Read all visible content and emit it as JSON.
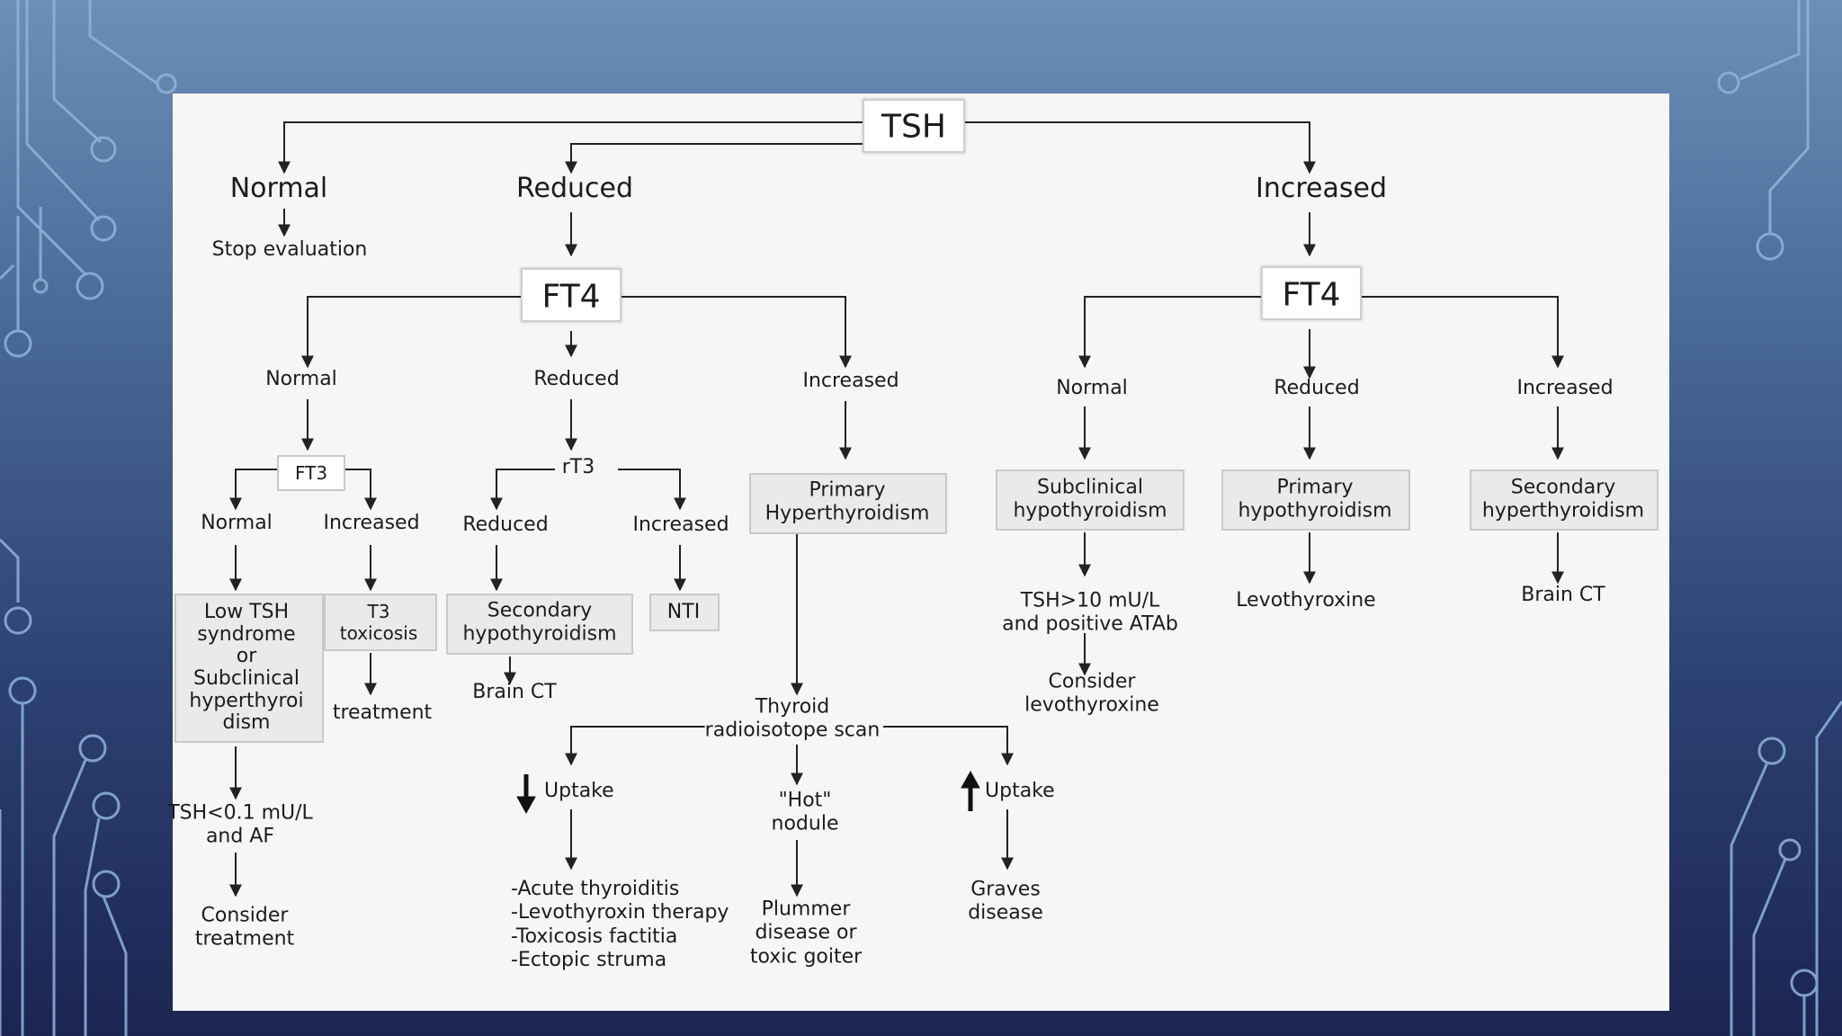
{
  "flowchart": {
    "tsh": "TSH",
    "tsh_normal": "Normal",
    "stop_evaluation": "Stop evaluation",
    "tsh_reduced": "Reduced",
    "tsh_increased": "Increased",
    "left": {
      "ft4": "FT4",
      "normal": "Normal",
      "reduced": "Reduced",
      "increased": "Increased",
      "ft3": "FT3",
      "ft3_normal": "Normal",
      "ft3_increased": "Increased",
      "low_tsh_syndrome": "Low TSH\nsyndrome\nor\nSubclinical\nhyperthyroi\ndism",
      "t3_toxicosis": "T3\ntoxicosis",
      "treatment": "treatment",
      "tsh_lt_01": "TSH<0.1 mU/L\nand AF",
      "consider_treatment": "Consider\ntreatment",
      "rt3": "rT3",
      "rt3_reduced": "Reduced",
      "rt3_increased": "Increased",
      "secondary_hypothyroidism": "Secondary\nhypothyroidism",
      "nti": "NTI",
      "brain_ct": "Brain CT",
      "primary_hyperthyroidism": "Primary\nHyperthyroidism",
      "thyroid_scan": "Thyroid\nradioisotope scan",
      "uptake_low": "Uptake",
      "hot_nodule": "\"Hot\"\nnodule",
      "uptake_high": "Uptake",
      "low_uptake_causes": "-Acute thyroiditis\n-Levothyroxin therapy\n-Toxicosis factitia\n-Ectopic struma",
      "plummer": "Plummer\ndisease or\ntoxic goiter",
      "graves": "Graves\ndisease"
    },
    "right": {
      "ft4": "FT4",
      "normal": "Normal",
      "reduced": "Reduced",
      "increased": "Increased",
      "subclinical_hypothyroidism": "Subclinical\nhypothyroidism",
      "primary_hypothyroidism": "Primary\nhypothyroidism",
      "secondary_hyperthyroidism": "Secondary\nhyperthyroidism",
      "tsh_gt_10": "TSH>10 mU/L\nand positive ATAb",
      "levothyroxine": "Levothyroxine",
      "brain_ct": "Brain CT",
      "consider_levothyroxine": "Consider\nlevothyroxine"
    }
  },
  "colors": {
    "slide_bg": "#f6f6f6",
    "line": "#222222",
    "box_fill": "#eaeaea",
    "circuit": "#8fb4dd"
  },
  "icons": {
    "arrow_down": "down-arrow-icon",
    "arrow_up": "up-arrow-icon"
  }
}
